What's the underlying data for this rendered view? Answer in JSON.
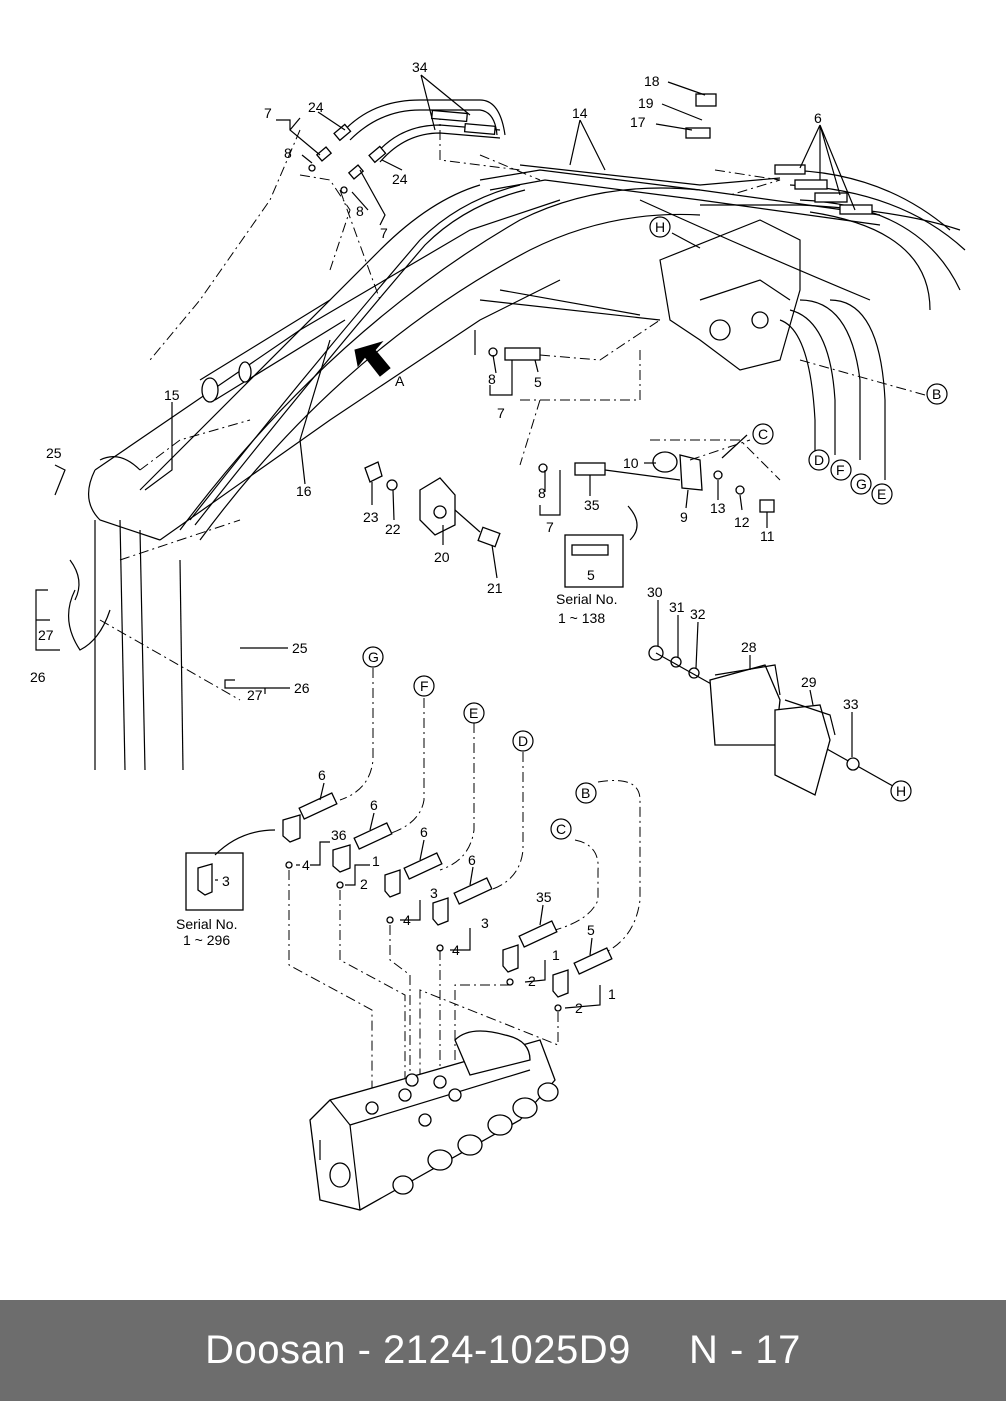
{
  "footer": {
    "text": "Doosan - 2124-1025D9     N - 17"
  },
  "callouts": {
    "34": "34",
    "24a": "24",
    "24b": "24",
    "7a": "7",
    "8a": "8",
    "8b": "8",
    "7b": "7",
    "14": "14",
    "18": "18",
    "19": "19",
    "17": "17",
    "6a": "6",
    "H_top": "H",
    "15": "15",
    "16": "16",
    "A": "A",
    "25a": "25",
    "25b": "25",
    "27a": "27",
    "26a": "26",
    "27b": "27",
    "26b": "26",
    "8c": "8",
    "5a": "5",
    "7c": "7",
    "8d": "8",
    "35a": "35",
    "7d": "7",
    "10": "10",
    "9": "9",
    "13": "13",
    "12": "12",
    "11": "11",
    "C_top": "C",
    "B_top": "B",
    "D_top": "D",
    "F_top": "F",
    "G_top": "G",
    "E_top": "E",
    "23": "23",
    "22": "22",
    "20": "20",
    "21": "21",
    "5b": "5",
    "30": "30",
    "31": "31",
    "32": "32",
    "28": "28",
    "29": "29",
    "33": "33",
    "H_mid": "H",
    "G_bot": "G",
    "F_bot": "F",
    "E_bot": "E",
    "D_bot": "D",
    "B_bot": "B",
    "C_bot": "C",
    "6b": "6",
    "6c": "6",
    "6d": "6",
    "6e": "6",
    "36": "36",
    "4a": "4",
    "1a": "1",
    "2a": "2",
    "3a": "3",
    "4b": "4",
    "3b": "3",
    "4c": "4",
    "35b": "35",
    "1b": "1",
    "2b": "2",
    "5c": "5",
    "1c": "1",
    "2c": "2",
    "3c": "3"
  },
  "serial_box_1": {
    "line1": "Serial No.",
    "line2": "1 ~ 138"
  },
  "serial_box_2": {
    "line1": "Serial No.",
    "line2": "1 ~ 296"
  }
}
